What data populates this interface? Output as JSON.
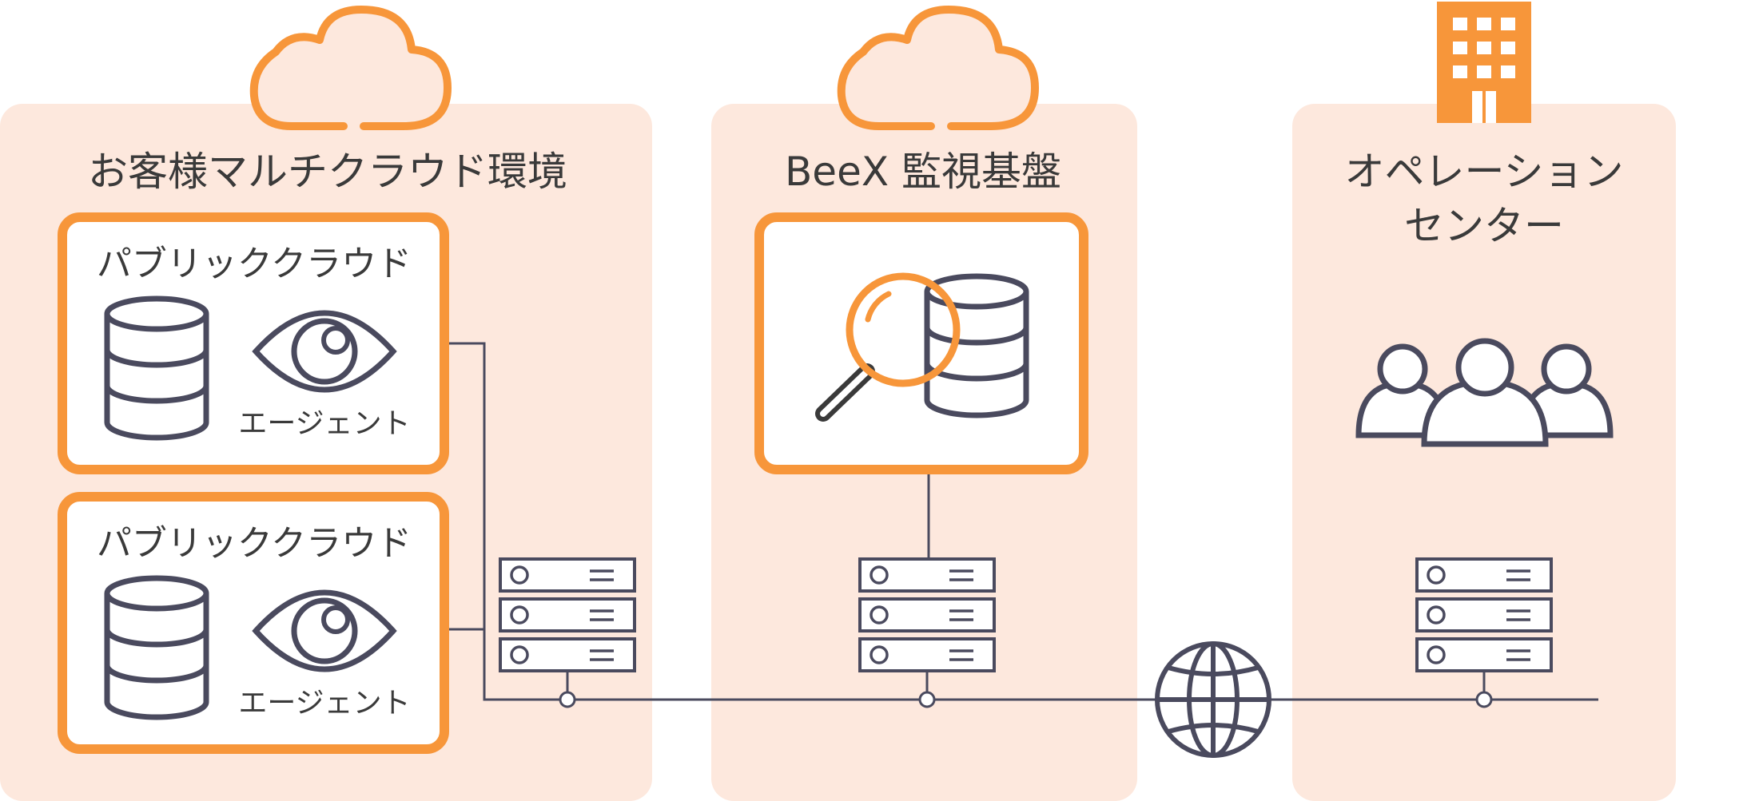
{
  "colors": {
    "panel_bg": "#fde8dd",
    "accent": "#f7963a",
    "line": "#4a4a5e",
    "text": "#3a3a3a"
  },
  "panels": {
    "customer": {
      "title": "お客様マルチクラウド環境",
      "cards": [
        {
          "title": "パブリッククラウド",
          "agent_label": "エージェント"
        },
        {
          "title": "パブリッククラウド",
          "agent_label": "エージェント"
        }
      ]
    },
    "beex": {
      "title": "BeeX 監視基盤"
    },
    "operation": {
      "title_line1": "オペレーション",
      "title_line2": "センター"
    }
  },
  "icons": {
    "cloud": "cloud-icon",
    "building": "building-icon",
    "database": "database-icon",
    "eye": "eye-icon",
    "magnifier": "magnifier-icon",
    "users": "users-icon",
    "server": "server-rack-icon",
    "globe": "globe-icon"
  }
}
